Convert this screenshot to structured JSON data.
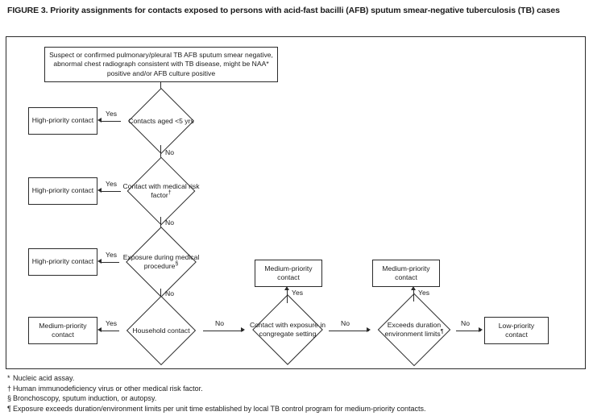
{
  "figure": {
    "title": "FIGURE 3. Priority assignments for contacts exposed to persons with acid-fast bacilli (AFB) sputum smear-negative tuberculosis (TB) cases"
  },
  "flowchart": {
    "start": {
      "id": "start-statement",
      "text": "Suspect or confirmed pulmonary/pleural TB AFB sputum smear negative, abnormal chest radiograph consistent with TB disease, might be NAA* positive and/or AFB culture positive"
    },
    "decisions": [
      {
        "id": "contacts-aged-under-5",
        "text": "Contacts aged <5 yrs",
        "marker": ""
      },
      {
        "id": "medical-risk-factor",
        "text": "Contact with medical risk factor",
        "marker": "†"
      },
      {
        "id": "exposure-medical-procedure",
        "text": "Exposure during medical procedure",
        "marker": "§"
      },
      {
        "id": "household-contact",
        "text": "Household contact",
        "marker": ""
      },
      {
        "id": "congregate-setting",
        "text": "Contact with exposure in congregate setting",
        "marker": ""
      },
      {
        "id": "duration-environment-limits",
        "text": "Exceeds duration environment limits",
        "marker": "¶"
      }
    ],
    "outcomes": [
      {
        "id": "outcome-high-1",
        "text": "High-priority contact"
      },
      {
        "id": "outcome-high-2",
        "text": "High-priority contact"
      },
      {
        "id": "outcome-high-3",
        "text": "High-priority contact"
      },
      {
        "id": "outcome-medium-1",
        "text": "Medium-priority contact"
      },
      {
        "id": "outcome-medium-2",
        "text": "Medium-priority contact"
      },
      {
        "id": "outcome-medium-3",
        "text": "Medium-priority contact"
      },
      {
        "id": "outcome-low-1",
        "text": "Low-priority contact"
      }
    ],
    "edge_labels": {
      "yes": "Yes",
      "no": "No"
    }
  },
  "footnotes": [
    {
      "marker": "*",
      "text": "Nucleic acid assay."
    },
    {
      "marker": "†",
      "text": "Human immunodeficiency virus or other medical risk factor."
    },
    {
      "marker": "§",
      "text": "Bronchoscopy, sputum induction, or autopsy."
    },
    {
      "marker": "¶",
      "text": "Exposure exceeds duration/environment limits per unit time established by local TB control program for medium-priority contacts."
    }
  ]
}
